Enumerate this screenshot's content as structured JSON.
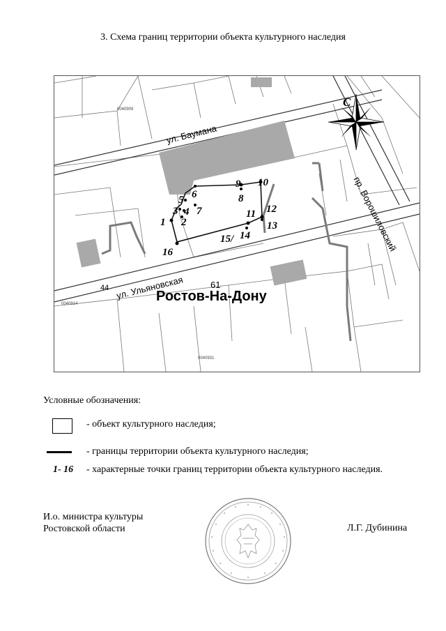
{
  "title": "3. Схема границ территории объекта культурного наследия",
  "map": {
    "north_label": "С",
    "streets": {
      "baumana": "ул. Баумана",
      "ulyanovskaya": "ул. Ульяновская",
      "voroshilovsky": "пр. Ворошиловский"
    },
    "city": "Ростов-На-Дону",
    "block_codes": [
      "0040909",
      "0040914",
      "0040931"
    ],
    "numbers": [
      "44",
      "61"
    ],
    "points": [
      "1",
      "2",
      "3",
      "4",
      "5",
      "6",
      "7",
      "8",
      "9",
      "10",
      "11",
      "12",
      "13",
      "14",
      "15/",
      "16"
    ]
  },
  "legend": {
    "heading": "Условные обозначения:",
    "object": "- объект культурного наследия;",
    "border": "- границы территории объекта культурного наследия;",
    "points_range": "1- 16",
    "points": "- характерные точки границ территории объекта культурного наследия."
  },
  "signature": {
    "position_line1": "И.о. министра культуры",
    "position_line2": "Ростовской области",
    "name": "Л.Г. Дубинина"
  }
}
